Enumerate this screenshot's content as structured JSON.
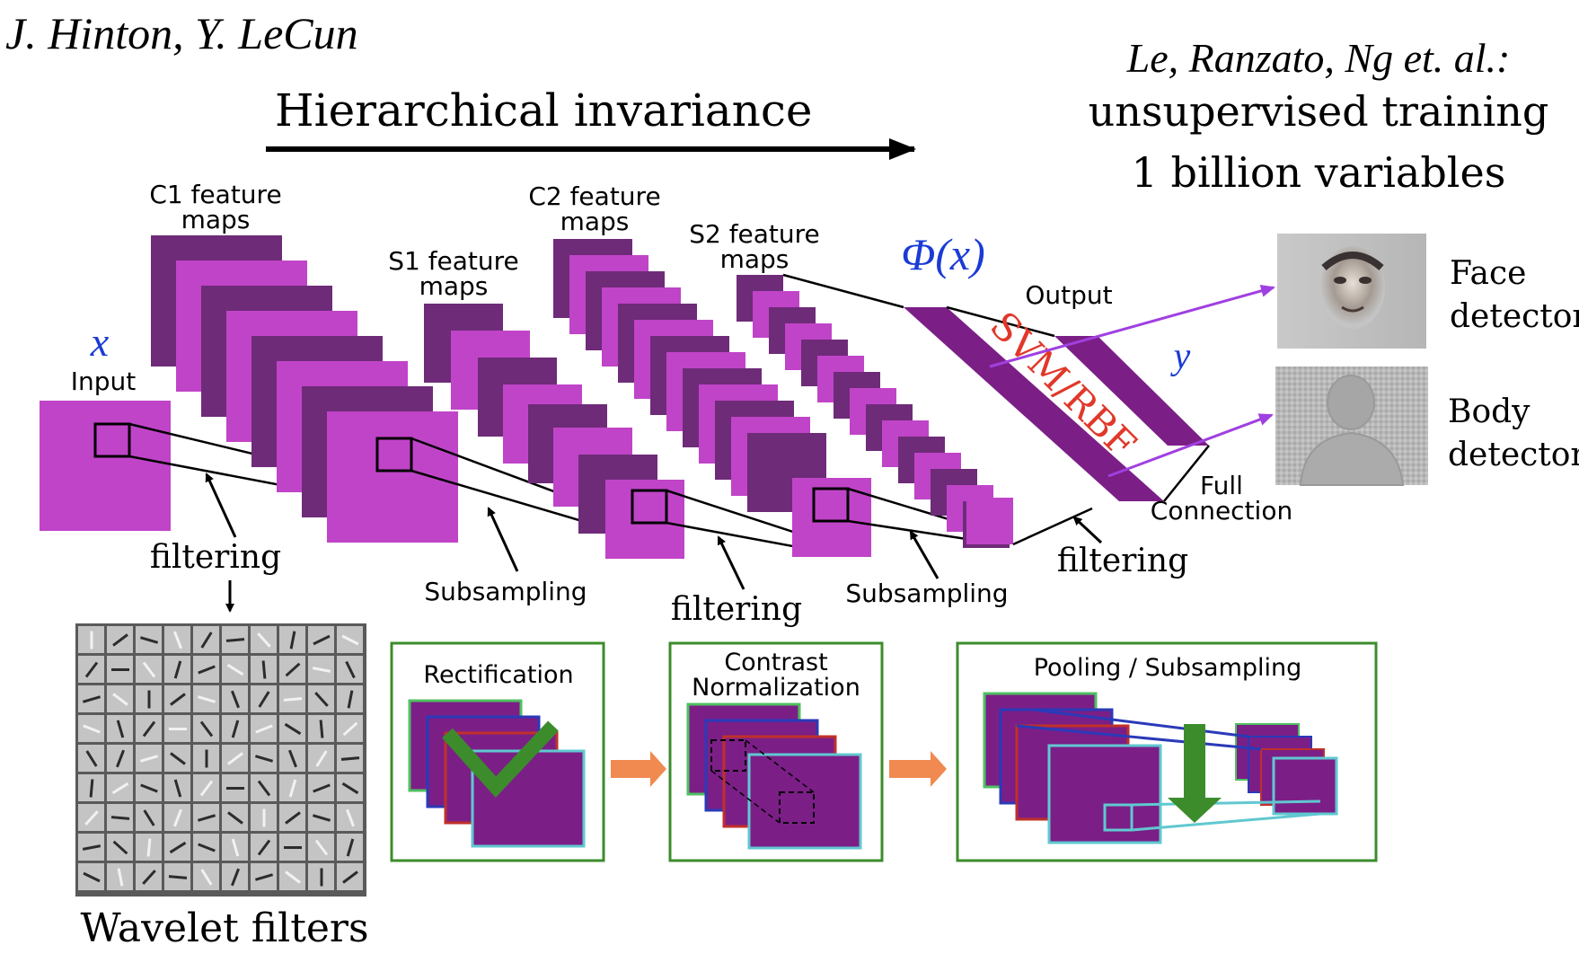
{
  "header": {
    "authors": "J. Hinton, Y. LeCun",
    "hier_label": "Hierarchical invariance",
    "ref_line1": "Le, Ranzato, Ng et. al.:",
    "ref_line2": "unsupervised training",
    "ref_line3": "1 billion variables"
  },
  "network": {
    "x_symbol": "x",
    "input_label": "Input",
    "c1_label_1": "C1 feature",
    "c1_label_2": "maps",
    "s1_label_1": "S1 feature",
    "s1_label_2": "maps",
    "c2_label_1": "C2 feature",
    "c2_label_2": "maps",
    "s2_label_1": "S2 feature",
    "s2_label_2": "maps",
    "phi_label": "Φ(x)",
    "output_label": "Output",
    "svm_label": "SVM/RBF",
    "y_symbol": "y",
    "full_conn_1": "Full",
    "full_conn_2": "Connection",
    "filtering": "filtering",
    "subsampling": "Subsampling"
  },
  "detectors": {
    "face_1": "Face",
    "face_2": "detector",
    "body_1": "Body",
    "body_2": "detector"
  },
  "pipeline": {
    "rectification": "Rectification",
    "contrast_1": "Contrast",
    "contrast_2": "Normalization",
    "pooling": "Pooling / Subsampling"
  },
  "wavelet_label": "Wavelet filters",
  "colors": {
    "magenta": "#c044c8",
    "dark_purple": "#6e2b78",
    "deep_purple": "#7b1f87",
    "blue_label": "#1a3bd6",
    "red_label": "#e0382a",
    "arrow_violet": "#a040e0",
    "green": "#3c8c2c",
    "orange": "#f08a50"
  }
}
